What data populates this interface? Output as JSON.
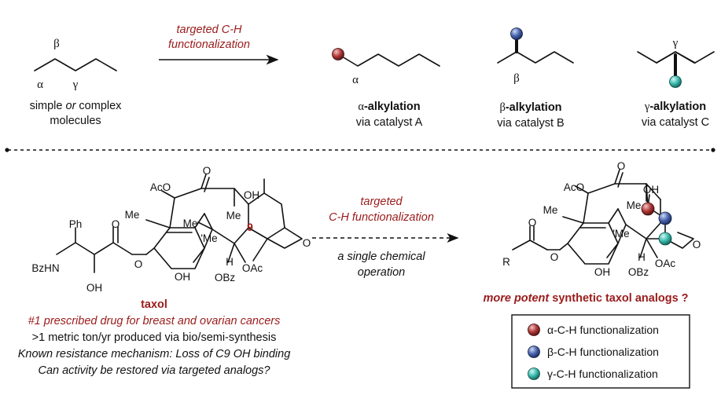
{
  "top": {
    "arrow_label_line1": "targeted C-H",
    "arrow_label_line2": "functionalization",
    "substrate": {
      "label_beta": "β",
      "label_alpha": "α",
      "label_gamma": "γ",
      "caption_line1_a": "simple ",
      "caption_line1_b": "or",
      "caption_line1_c": " complex",
      "caption_line2": "molecules"
    },
    "products": [
      {
        "position_label": "α",
        "greek": "α",
        "title": "-alkylation",
        "sub": "via catalyst A"
      },
      {
        "position_label": "β",
        "greek": "β",
        "title": "-alkylation",
        "sub": "via catalyst B"
      },
      {
        "position_label": "γ",
        "greek": "γ",
        "title": "-alkylation",
        "sub": "via catalyst C"
      }
    ]
  },
  "taxol": {
    "labels": {
      "aco": "AcO",
      "o_ketone": "O",
      "oh_top": "OH",
      "me_top": "Me",
      "c9": "9",
      "me_left": "Me",
      "me_bridge": "Me",
      "me_bridge2": "'Me",
      "ph": "Ph",
      "o_ester": "O",
      "bzhn": "BzHN",
      "o_link": "O",
      "oh_side": "OH",
      "oh_bottom": "OH",
      "h": "H",
      "obz": "OBz",
      "oac": "OAc",
      "o_oxetane": "O"
    },
    "name": "taxol",
    "line1": "#1 prescribed drug for breast and ovarian cancers",
    "line2": ">1 metric ton/yr produced via bio/semi-synthesis",
    "line3": "Known resistance mechanism: Loss of C9 OH binding",
    "line4": "Can activity be restored via targeted analogs?"
  },
  "middle_arrow": {
    "label_line1": "targeted",
    "label_line2": "C-H functionalization",
    "below_line1": "a single chemical",
    "below_line2": "operation"
  },
  "analog": {
    "labels": {
      "aco": "AcO",
      "o_ketone": "O",
      "oh_top": "OH",
      "me_top": "Me",
      "me_left": "Me",
      "me_bridge": "'Me",
      "o_carbonyl": "O",
      "r": "R",
      "o_link": "O",
      "oh_bottom": "OH",
      "h": "H",
      "obz": "OBz",
      "oac": "OAc",
      "o_oxetane": "O"
    },
    "caption_bold": "more potent",
    "caption_rest": " synthetic taxol analogs ?"
  },
  "legend": {
    "items": [
      {
        "label": "α-C-H functionalization",
        "color": "#b23a3a"
      },
      {
        "label": "β-C-H functionalization",
        "color": "#4a66b0"
      },
      {
        "label": "γ-C-H functionalization",
        "color": "#3cbcb0"
      }
    ]
  },
  "colors": {
    "accent_red": "#9b1b1b",
    "alpha_ball": "#b23a3a",
    "beta_ball": "#4a66b0",
    "gamma_ball": "#3cbcb0"
  }
}
